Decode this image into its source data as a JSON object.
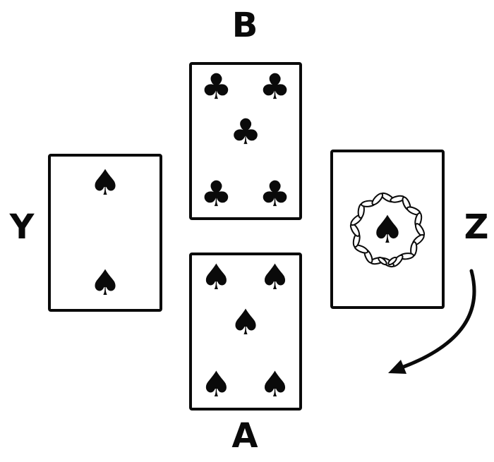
{
  "players": {
    "top": {
      "label": "B"
    },
    "left": {
      "label": "Y"
    },
    "right": {
      "label": "Z"
    },
    "bottom": {
      "label": "A"
    }
  },
  "cards": {
    "top": {
      "suit": "clubs",
      "symbol": "♣",
      "pip_count": 5
    },
    "left": {
      "suit": "spades",
      "symbol": "♠",
      "pip_count": 2
    },
    "right": {
      "suit": "spades",
      "symbol": "♠",
      "pip_count": 1,
      "decoration": "laurel wreath"
    },
    "bottom": {
      "suit": "spades",
      "symbol": "♠",
      "pip_count": 5
    }
  },
  "arrow": {
    "from_label": "Z",
    "direction": "curving down-left"
  },
  "colors": {
    "ink": "#0a0a0a",
    "background": "#ffffff"
  }
}
